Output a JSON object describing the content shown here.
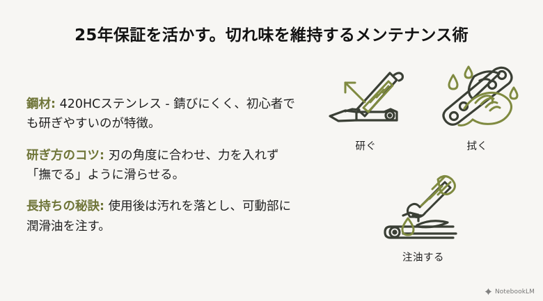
{
  "slide": {
    "title": "25年保証を活かす。切れ味を維持するメンテナンス術",
    "background_color": "#f7f6f3",
    "accent_color": "#6f7538",
    "ink_color": "#3a3f35"
  },
  "body": {
    "paragraphs": [
      {
        "lede": "鋼材:",
        "text": " 420HCステンレス - 錆びにくく、初心者でも研ぎやすいのが特徴。"
      },
      {
        "lede": "研ぎ方のコツ:",
        "text": " 刃の角度に合わせ、力を入れず「撫でる」ように滑らせる。"
      },
      {
        "lede": "長持ちの秘訣:",
        "text": " 使用後は汚れを落とし、可動部に潤滑油を注す。"
      }
    ]
  },
  "icons": [
    {
      "name": "sharpening-icon",
      "caption": "研ぐ",
      "description": "knife blade with sharpening rod and direction arrow"
    },
    {
      "name": "wiping-icon",
      "caption": "拭く",
      "description": "hand wiping multi-tool with water droplets"
    },
    {
      "name": "oiling-icon",
      "caption": "注油する",
      "description": "dropper applying oil droplet to folded multi-tool"
    }
  ],
  "footer": {
    "brand": "NotebookLM",
    "brand_icon": "notebooklm-logo"
  }
}
